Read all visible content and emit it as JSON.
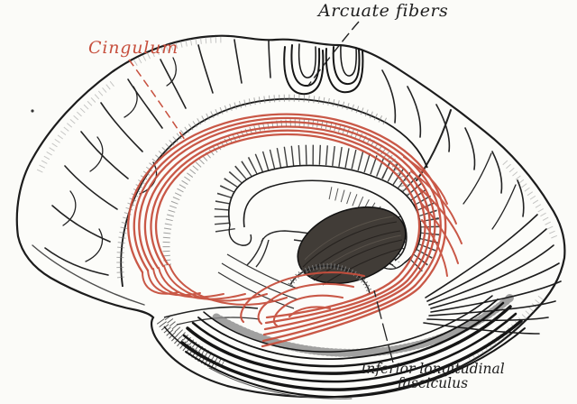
{
  "figure": {
    "background_color": "#fbfbf8",
    "ink_color": "#1e1e1e",
    "highlight_color": "#c7503e",
    "labels": {
      "arcuate": {
        "text": "Arcuate fibers"
      },
      "cingulum": {
        "text": "Cingulum"
      },
      "ilf": {
        "line1": "Inferior longitudinal",
        "line2": "fasciculus"
      }
    }
  }
}
